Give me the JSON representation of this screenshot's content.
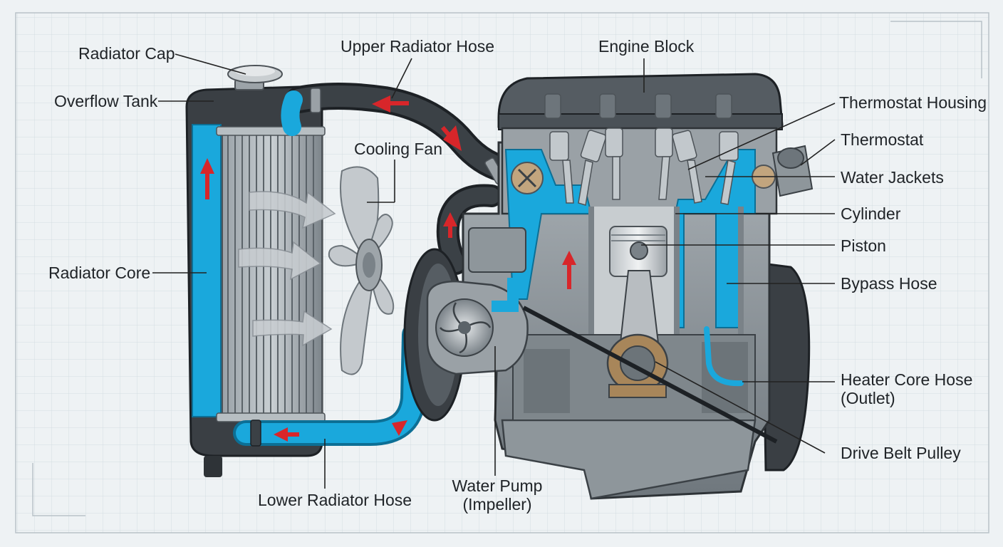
{
  "labels": {
    "radiator_cap": "Radiator Cap",
    "overflow_tank": "Overflow Tank",
    "radiator_core": "Radiator Core",
    "upper_radiator_hose": "Upper Radiator Hose",
    "cooling_fan": "Cooling Fan",
    "engine_block": "Engine Block",
    "thermostat_housing": "Thermostat Housing",
    "thermostat": "Thermostat",
    "water_jackets": "Water Jackets",
    "cylinder": "Cylinder",
    "piston": "Piston",
    "bypass_hose": "Bypass Hose",
    "heater_core_hose_line1": "Heater Core Hose",
    "heater_core_hose_line2": "(Outlet)",
    "drive_belt_pulley": "Drive Belt Pulley",
    "lower_radiator_hose": "Lower Radiator Hose",
    "water_pump_line1": "Water Pump",
    "water_pump_line2": "(Impeller)"
  },
  "colors": {
    "coolant": "#1aa8dc",
    "flow_arrow": "#d8262a",
    "hose": "#2c3034",
    "metal": "#8a9096",
    "grid": "#d4dde2",
    "background": "#eef2f4"
  }
}
